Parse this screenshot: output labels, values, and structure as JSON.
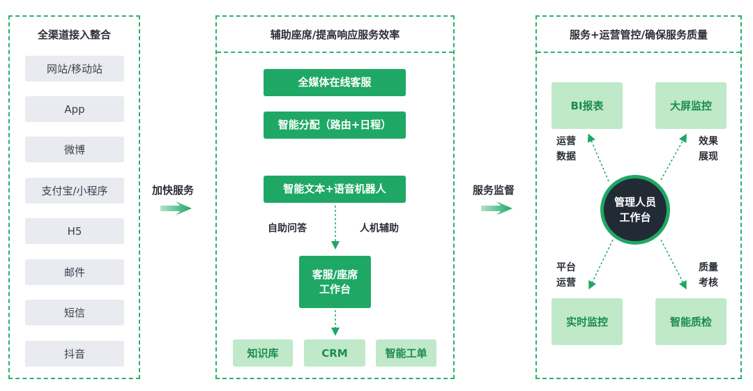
{
  "left_panel": {
    "title": "全渠道接入整合",
    "channels": [
      "网站/移动站",
      "App",
      "微博",
      "支付宝/小程序",
      "H5",
      "邮件",
      "短信",
      "抖音"
    ]
  },
  "arrow_left_label": "加快服务",
  "middle_panel": {
    "title": "辅助座席/提高响应服务效率",
    "buttons": [
      "全媒体在线客服",
      "智能分配（路由+日程）",
      "智能文本+语音机器人"
    ],
    "label_left": "自助问答",
    "label_right": "人机辅助",
    "workbench": [
      "客服/座席",
      "工作台"
    ],
    "tools": [
      "知识库",
      "CRM",
      "智能工单"
    ]
  },
  "arrow_right_label": "服务监督",
  "right_panel": {
    "title": "服务+运营管控/确保服务质量",
    "boxes": {
      "top_left": "BI报表",
      "top_right": "大屏监控",
      "bottom_left": "实时监控",
      "bottom_right": "智能质检"
    },
    "hub": [
      "管理人员",
      "工作台"
    ],
    "labels": {
      "top_left": [
        "运营",
        "数据"
      ],
      "top_right": [
        "效果",
        "展现"
      ],
      "bottom_left": [
        "平台",
        "运营"
      ],
      "bottom_right": [
        "质量",
        "考核"
      ]
    }
  },
  "colors": {
    "accent_green": "#1fa865",
    "light_green": "#bfe9c8",
    "dashed_border": "#26b36b",
    "hub_dark": "#222a36",
    "channel_gray": "#e9ebf1"
  }
}
